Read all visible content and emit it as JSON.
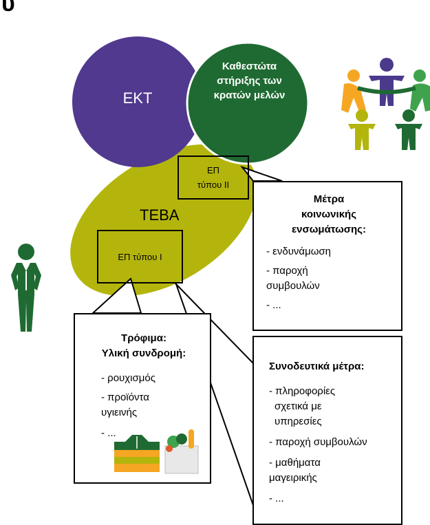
{
  "header_fragment": "ϋ",
  "circles": {
    "ekt": {
      "label": "ΕΚΤ",
      "color": "#50398f"
    },
    "national": {
      "label": "Καθεστώτα στήριξης των κρατών μελών",
      "color": "#1f6a32"
    },
    "teva": {
      "label": "ΤΕΒΑ",
      "color": "#b4b50c"
    }
  },
  "ep_type_1": {
    "label": "ΕΠ τύπου Ι"
  },
  "ep_type_2": {
    "line1": "ΕΠ",
    "line2": "τύπου ΙΙ"
  },
  "social_box": {
    "title_lines": [
      "Μέτρα",
      "κοινωνικής",
      "ενσωμάτωσης:"
    ],
    "items": [
      "- ενδυνάμωση",
      "- παροχή",
      "συμβουλών",
      "- ..."
    ]
  },
  "food_box": {
    "title_lines": [
      "Τρόφιμα:",
      "Υλική συνδρομή:"
    ],
    "items": [
      "- ρουχισμός",
      "- προϊόντα",
      "υγιεινής",
      "- ..."
    ]
  },
  "support_box": {
    "title": "Συνοδευτικά μέτρα:",
    "items": [
      "- πληροφορίες",
      "σχετικά με",
      "υπηρεσίες",
      "- παροχή συμβουλών",
      "- μαθήματα",
      "μαγειρικής",
      "- ..."
    ]
  },
  "colors": {
    "green": "#1f6a32",
    "olive": "#b4b50c",
    "purple": "#50398f",
    "orange": "#f5a623",
    "dark_purple": "#4b3a8c",
    "light_green": "#3fa34d"
  }
}
